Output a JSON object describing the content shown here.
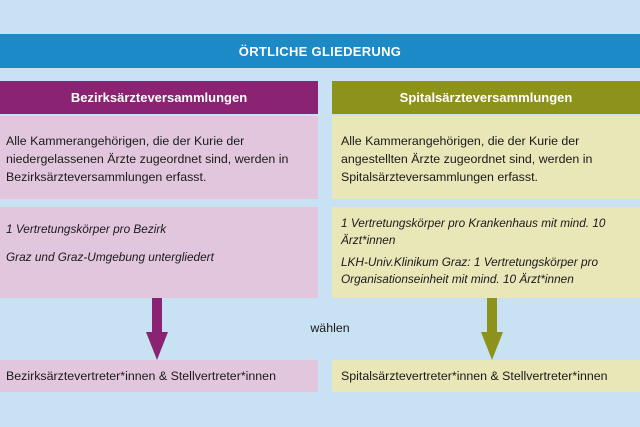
{
  "header": {
    "title": "ÖRTLICHE GLIEDERUNG"
  },
  "left": {
    "title": "Bezirksärzteversammlungen",
    "desc": "Alle Kammerangehörigen, die der Kurie der niedergelassenen Ärzte zugeordnet sind, werden in Bezirksärzteversammlungen erfasst.",
    "detail_1": "1 Vertretungskörper pro Bezirk",
    "detail_2": "Graz und Graz-Umgebung untergliedert",
    "result": "Bezirksärztevertreter*innen & Stellvertreter*innen",
    "color": "#8a2372"
  },
  "right": {
    "title": "Spitalsärzteversammlungen",
    "desc": "Alle Kammerangehörigen, die der Kurie der angestellten Ärzte zugeordnet sind, werden in Spitalsärzteversammlungen erfasst.",
    "detail_1": "1 Vertretungskörper pro Krankenhaus mit mind. 10 Ärzt*innen",
    "detail_2": "LKH-Univ.Klinikum Graz: 1 Vertretungskörper pro Organisationseinheit mit mind. 10 Ärzt*innen",
    "result": "Spitalsärztevertreter*innen & Stellvertreter*innen",
    "color": "#8c921a"
  },
  "connector_label": "wählen",
  "colors": {
    "background": "#c8e1f3",
    "header": "#1b8ac6"
  }
}
